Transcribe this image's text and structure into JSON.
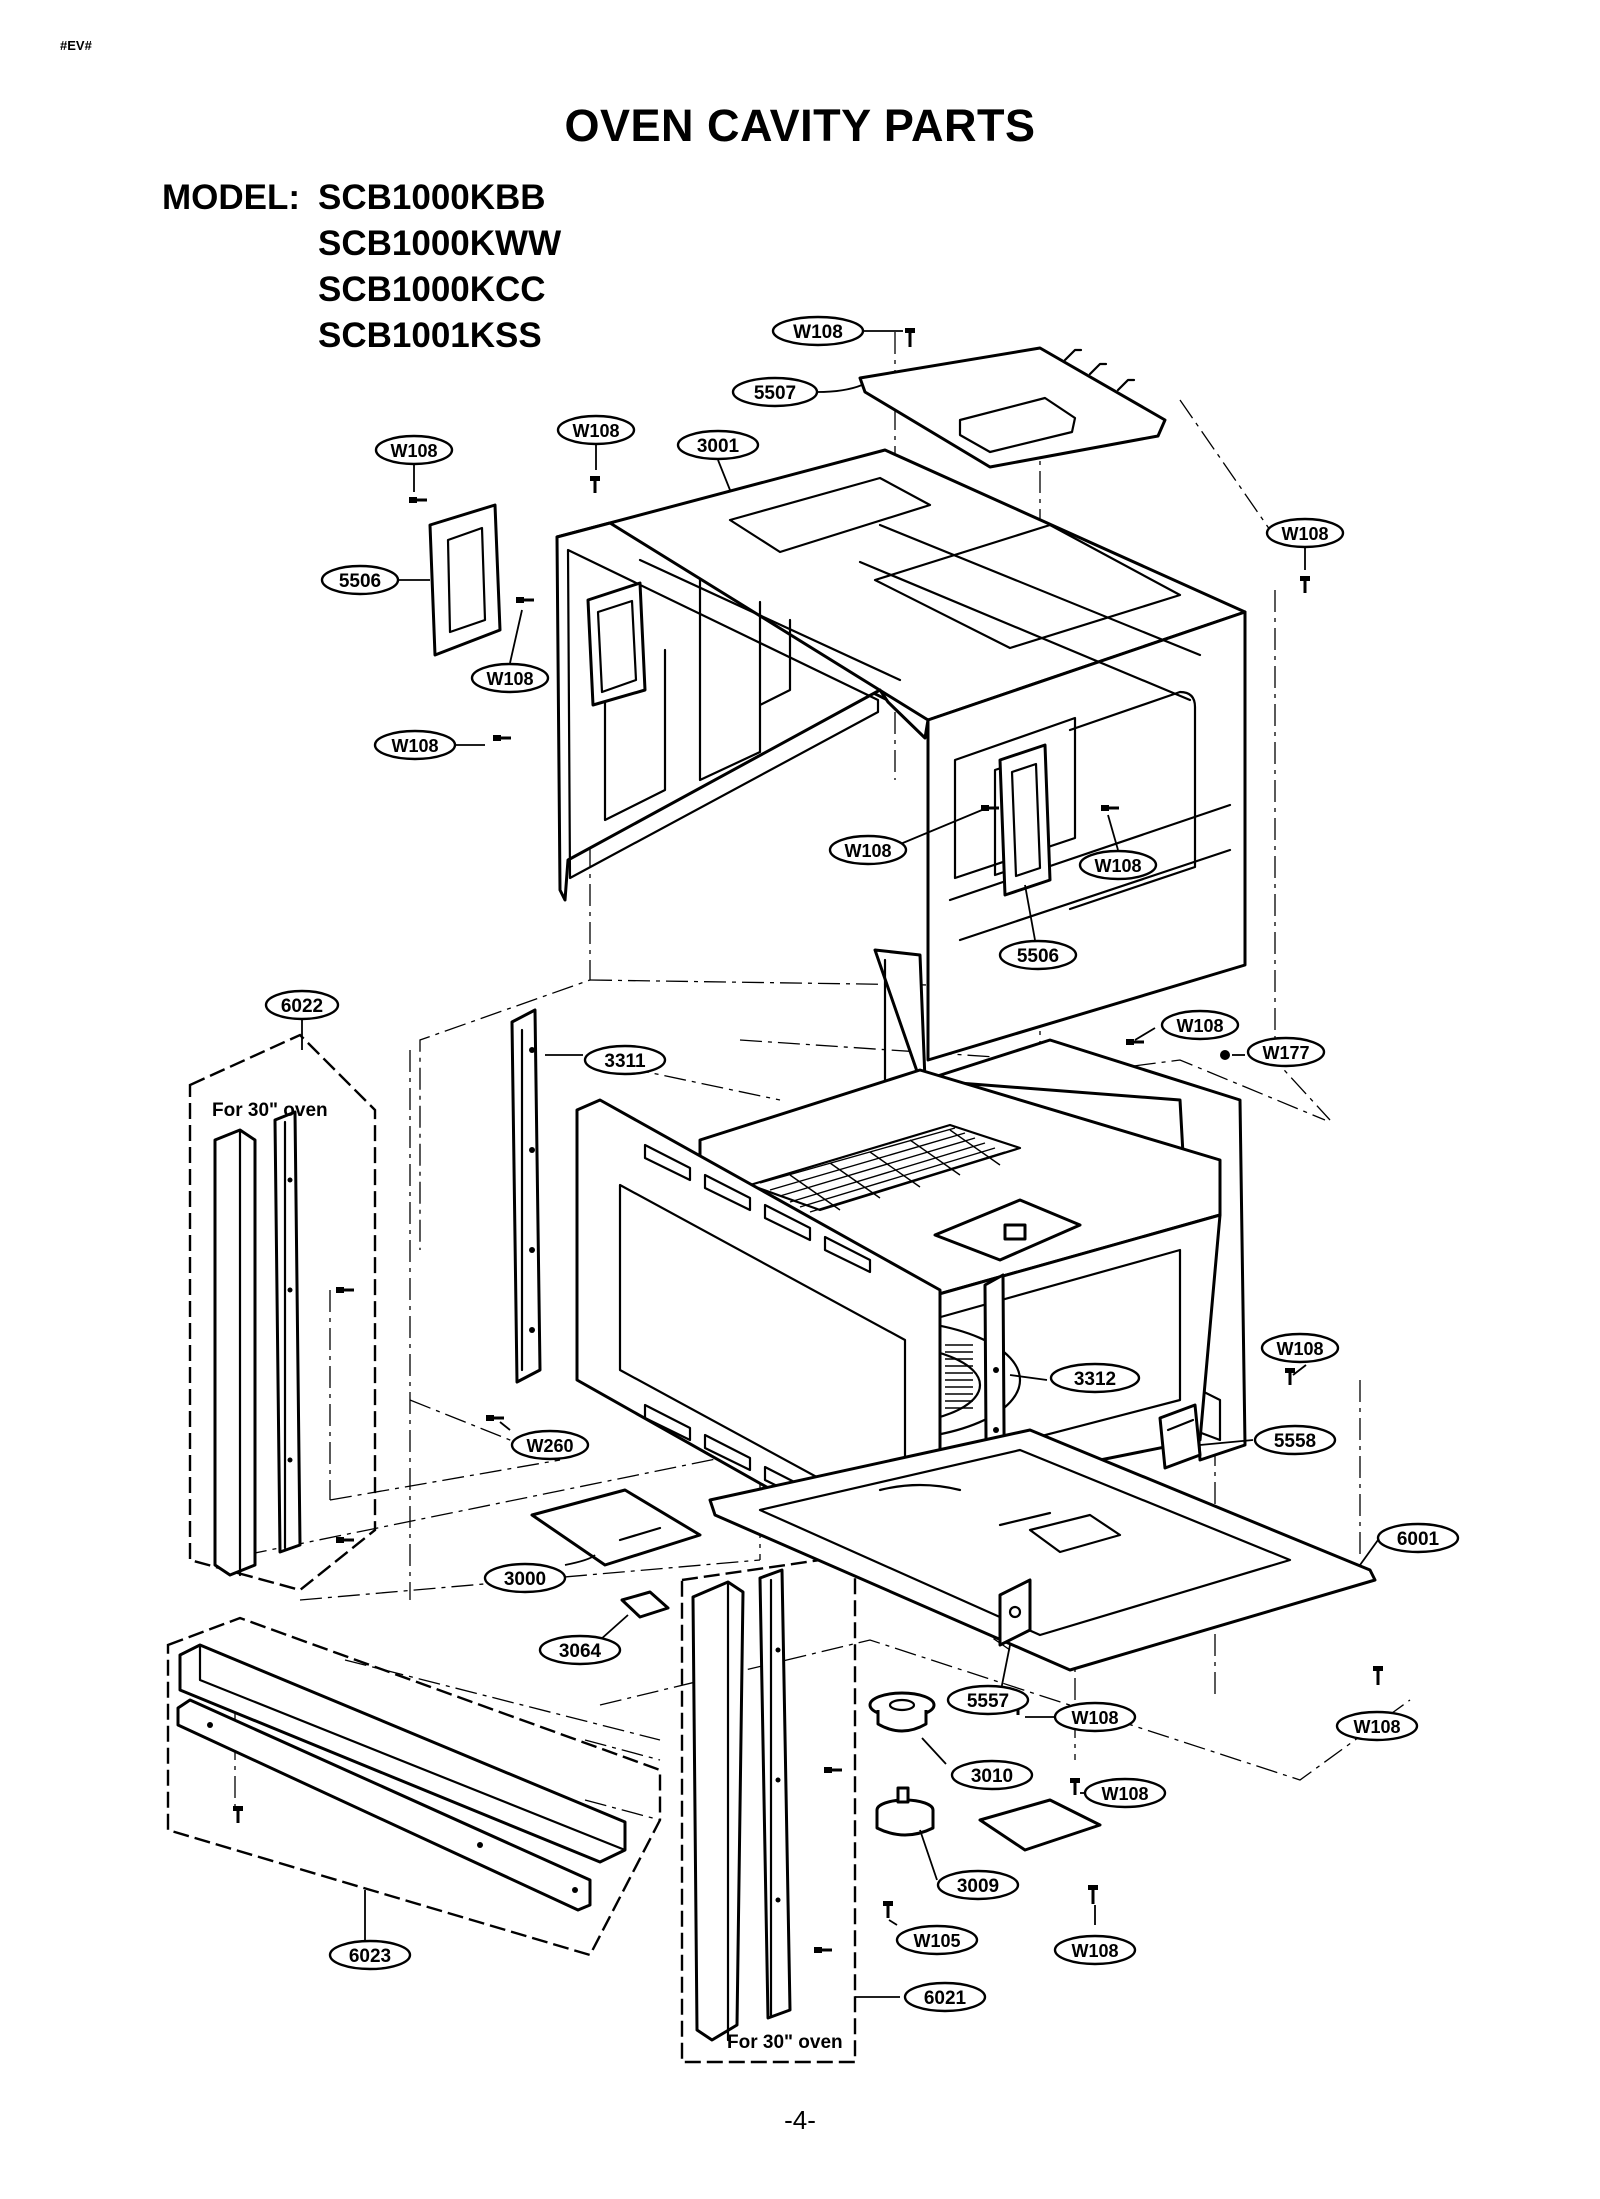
{
  "doc": {
    "code": "#EV#",
    "title": "OVEN CAVITY PARTS",
    "model_label": "MODEL:",
    "models": [
      "SCB1000KBB",
      "SCB1000KWW",
      "SCB1000KCC",
      "SCB1001KSS"
    ],
    "page": "-4-"
  },
  "callouts": [
    "W108",
    "5507",
    "W108",
    "3001",
    "W108",
    "W108",
    "5506",
    "W108",
    "W108",
    "W108",
    "W108",
    "5506",
    "6022",
    "3311",
    "W108",
    "W177",
    "W108",
    "3312",
    "W260",
    "5558",
    "6001",
    "3000",
    "3064",
    "5557",
    "W108",
    "W108",
    "3010",
    "W108",
    "3009",
    "W105",
    "W108",
    "6023",
    "6021"
  ],
  "group_labels": [
    "For 30\" oven",
    "For 30\" oven"
  ]
}
